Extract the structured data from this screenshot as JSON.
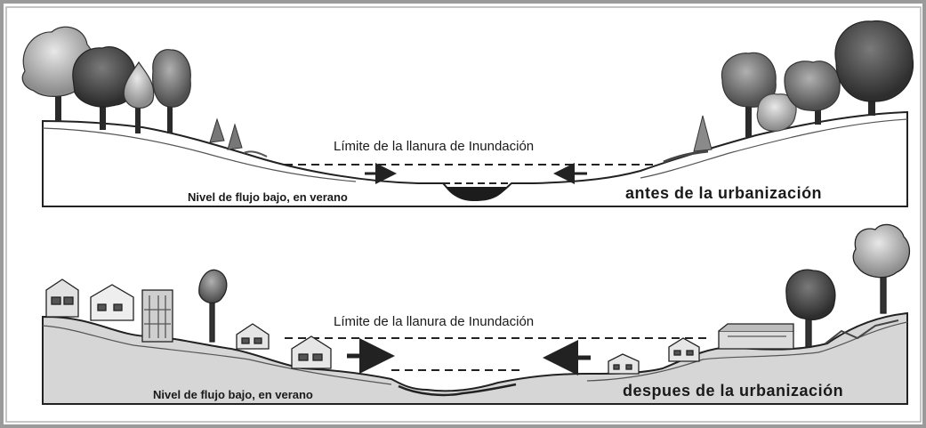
{
  "panels": [
    {
      "limit_label": "Límite de la llanura de Inundación",
      "flow_label": "Nivel de flujo bajo, en verano",
      "stage_label": "antes de la urbanización"
    },
    {
      "limit_label": "Límite de la llanura de Inundación",
      "flow_label": "Nivel de flujo bajo, en verano",
      "stage_label": "despues de la urbanización"
    }
  ],
  "colors": {
    "frame": "#9a9a9a",
    "ground_line": "#2a2a2a",
    "water": "#1c1c1c",
    "tree_light": "#b5b5b5",
    "tree_dark": "#555555",
    "urban_fill": "#d6d6d6"
  }
}
